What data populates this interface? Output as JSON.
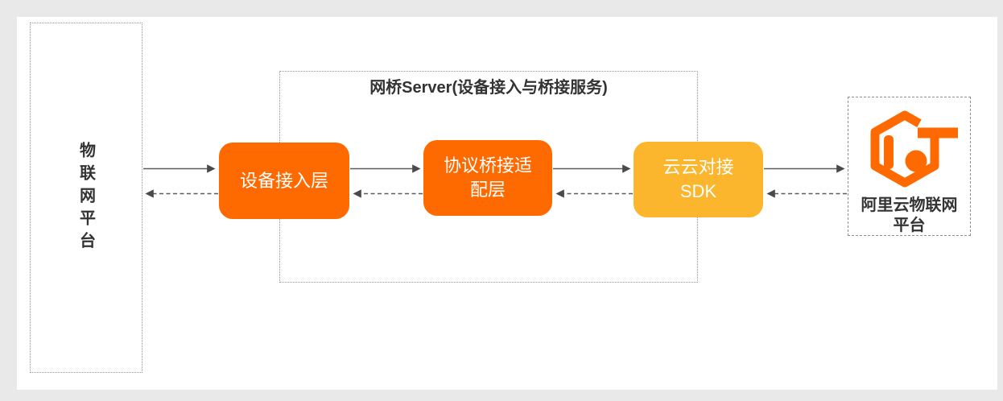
{
  "page": {
    "background_color": "#E9E9E9",
    "canvas_color": "#FFFFFF"
  },
  "left_platform": {
    "label": "物联网平台"
  },
  "bridge_server": {
    "title": "网桥Server(设备接入与桥接服务)",
    "boxes": {
      "device_access": {
        "label": "设备接入层",
        "color": "#FF6A00"
      },
      "protocol_bridge": {
        "label": "协议桥接适\n配层",
        "color": "#FF6A00"
      },
      "cloud_sdk": {
        "label": "云云对接\nSDK",
        "color": "#FBB62D"
      }
    }
  },
  "aliyun_platform": {
    "label": "阿里云物联网\n平台",
    "logo_icon": "aliyun-iot-hexagon-logo",
    "logo_color": "#FF6A00"
  },
  "flows": {
    "forward_style": "solid-arrow-right",
    "backward_style": "dashed-arrow-left"
  },
  "style": {
    "arrow_color": "#5C5C5C",
    "frame_border_color": "#949494",
    "text_color": "#333333"
  }
}
